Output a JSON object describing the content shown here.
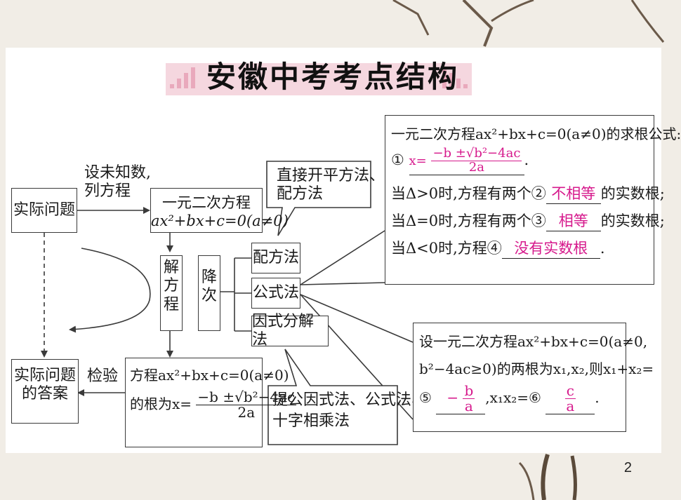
{
  "title": "安徽中考考点结构",
  "page_number": "2",
  "nodes": {
    "real_problem": "实际问题",
    "set_unknown_line1": "设未知数,",
    "set_unknown_line2": "列方程",
    "quadratic_eq_title": "一元二次方程",
    "quadratic_eq_formula": "ax²+bx+c=0(a≠0)",
    "solve_eq_chars": [
      "解",
      "方",
      "程"
    ],
    "reduce_degree_chars": [
      "降",
      "次"
    ],
    "method_complete_square": "配方法",
    "method_formula": "公式法",
    "method_factoring": "因式分解法",
    "callout_methods_line1": "直接开平方法、",
    "callout_methods_line2": "配方法",
    "callout_factor_line1": "提公因式法、公式法、",
    "callout_factor_line2": "十字相乘法",
    "check": "检验",
    "answer_line1": "实际问题",
    "answer_line2": "的答案",
    "roots_line1": "方程ax²+bx+c=0(a≠0)",
    "roots_line2_prefix": "的根为x="
  },
  "formula_box": {
    "heading": "一元二次方程ax²+bx+c=0(a≠0)的求根公式:",
    "circle1": "①",
    "root_formula_prefix": "x=",
    "root_formula_num": "−b ±√b²−4ac",
    "root_formula_den": "2a",
    "period": ".",
    "line_pos_prefix": "当Δ>0时,方程有两个②",
    "line_pos_answer": "不相等",
    "line_pos_suffix": "的实数根;",
    "line_zero_prefix": "当Δ=0时,方程有两个③",
    "line_zero_answer": "相等",
    "line_zero_suffix": "的实数根;",
    "line_neg_prefix": "当Δ<0时,方程④",
    "line_neg_answer": "没有实数根",
    "line_neg_suffix": "."
  },
  "vieta_box": {
    "line1": "设一元二次方程ax²+bx+c=0(a≠0,",
    "line2": "b²−4ac≥0)的两根为x₁,x₂,则x₁+x₂=",
    "circle5": "⑤",
    "sum_sign": "−",
    "sum_num": "b",
    "sum_den": "a",
    "middle": ",x₁x₂=⑥",
    "prod_num": "c",
    "prod_den": "a",
    "end": "."
  },
  "roots_fraction": {
    "num": "−b ±√b²−4ac",
    "den": "2a"
  },
  "colors": {
    "answer": "#d6198c",
    "title_band": "#f5d7df",
    "line": "#3a3a3a"
  }
}
